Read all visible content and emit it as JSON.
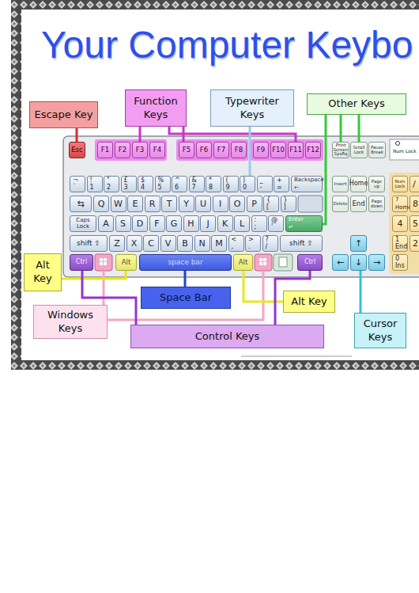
{
  "diagram": {
    "title": "Your Computer Keybo",
    "nodes": [
      {
        "text": [
          "Escape Key"
        ]
      },
      {
        "text": [
          "Function Keys"
        ]
      },
      {
        "text": [
          "Typewriter Keys"
        ]
      },
      {
        "text": [
          "Other Keys"
        ]
      },
      {
        "text": [
          "Alt Key"
        ]
      },
      {
        "text": [
          "Space Bar"
        ]
      },
      {
        "text": [
          "Alt Key"
        ]
      },
      {
        "text": [
          "Windows Keys"
        ]
      },
      {
        "text": [
          "Control Keys"
        ]
      },
      {
        "text": [
          "Cursor Keys"
        ]
      },
      {
        "text": [
          "Esc"
        ]
      },
      {
        "text": [
          "F1"
        ]
      },
      {
        "text": [
          "F2"
        ]
      },
      {
        "text": [
          "F3"
        ]
      },
      {
        "text": [
          "F4"
        ]
      },
      {
        "text": [
          "F5"
        ]
      },
      {
        "text": [
          "F6"
        ]
      },
      {
        "text": [
          "F7"
        ]
      },
      {
        "text": [
          "F8"
        ]
      },
      {
        "text": [
          "F9"
        ]
      },
      {
        "text": [
          "F10"
        ]
      },
      {
        "text": [
          "F11"
        ]
      },
      {
        "text": [
          "F12"
        ]
      },
      {
        "text": [
          "Print Screen SysRq"
        ]
      },
      {
        "text": [
          "Scroll Lock"
        ]
      },
      {
        "text": [
          "Pause Break"
        ]
      },
      {
        "text": [
          "¬",
          "`"
        ]
      },
      {
        "text": [
          "!",
          "1"
        ]
      },
      {
        "text": [
          "\"",
          "2"
        ]
      },
      {
        "text": [
          "£",
          "3"
        ]
      },
      {
        "text": [
          "$",
          "4"
        ]
      },
      {
        "text": [
          "%",
          "5"
        ]
      },
      {
        "text": [
          "^",
          "6"
        ]
      },
      {
        "text": [
          "&",
          "7"
        ]
      },
      {
        "text": [
          "*",
          "8"
        ]
      },
      {
        "text": [
          "(",
          "9"
        ]
      },
      {
        "text": [
          ")",
          "0"
        ]
      },
      {
        "text": [
          "_",
          "-"
        ]
      },
      {
        "text": [
          "+",
          "="
        ]
      },
      {
        "text": [
          "Backspace",
          "←"
        ]
      },
      {
        "text": [
          "Insert"
        ]
      },
      {
        "text": [
          "Home"
        ]
      },
      {
        "text": [
          "Page up"
        ]
      },
      {
        "text": [
          "Num Lock"
        ]
      },
      {
        "text": [
          "/"
        ]
      },
      {
        "text": [
          "⇆"
        ]
      },
      {
        "text": [
          "Q"
        ]
      },
      {
        "text": [
          "W"
        ]
      },
      {
        "text": [
          "E"
        ]
      },
      {
        "text": [
          "R"
        ]
      },
      {
        "text": [
          "T"
        ]
      },
      {
        "text": [
          "Y"
        ]
      },
      {
        "text": [
          "U"
        ]
      },
      {
        "text": [
          "I"
        ]
      },
      {
        "text": [
          "O"
        ]
      },
      {
        "text": [
          "P"
        ]
      },
      {
        "text": [
          "{",
          "["
        ]
      },
      {
        "text": [
          "}",
          "]"
        ]
      },
      {
        "text": [
          "Delete"
        ]
      },
      {
        "text": [
          "End"
        ]
      },
      {
        "text": [
          "Page down"
        ]
      },
      {
        "text": [
          "7",
          "Home"
        ]
      },
      {
        "text": [
          "8"
        ]
      },
      {
        "text": [
          "Caps Lock"
        ]
      },
      {
        "text": [
          "A"
        ]
      },
      {
        "text": [
          "S"
        ]
      },
      {
        "text": [
          "D"
        ]
      },
      {
        "text": [
          "F"
        ]
      },
      {
        "text": [
          "G"
        ]
      },
      {
        "text": [
          "H"
        ]
      },
      {
        "text": [
          "J"
        ]
      },
      {
        "text": [
          "K"
        ]
      },
      {
        "text": [
          "L"
        ]
      },
      {
        "text": [
          ":",
          ";"
        ]
      },
      {
        "text": [
          "@",
          "'"
        ]
      },
      {
        "text": [
          "Enter",
          "↵"
        ]
      },
      {
        "text": [
          "4"
        ]
      },
      {
        "text": [
          "5"
        ]
      },
      {
        "text": [
          "shift ⇧"
        ]
      },
      {
        "text": [
          "Z"
        ]
      },
      {
        "text": [
          "X"
        ]
      },
      {
        "text": [
          "C"
        ]
      },
      {
        "text": [
          "V"
        ]
      },
      {
        "text": [
          "B"
        ]
      },
      {
        "text": [
          "N"
        ]
      },
      {
        "text": [
          "M"
        ]
      },
      {
        "text": [
          "<",
          ","
        ]
      },
      {
        "text": [
          ">",
          "."
        ]
      },
      {
        "text": [
          "?",
          "/"
        ]
      },
      {
        "text": [
          "shift ⇧"
        ]
      },
      {
        "text": [
          "↑"
        ]
      },
      {
        "text": [
          "1",
          "End"
        ]
      },
      {
        "text": [
          "2"
        ]
      },
      {
        "text": [
          "Ctrl"
        ]
      },
      {
        "text": [
          "Alt"
        ]
      },
      {
        "text": [
          "space bar"
        ]
      },
      {
        "text": [
          "Alt"
        ]
      },
      {
        "text": [
          "Ctrl"
        ]
      },
      {
        "text": [
          "←"
        ]
      },
      {
        "text": [
          "↓"
        ]
      },
      {
        "text": [
          "→"
        ]
      },
      {
        "text": [
          "0",
          "Ins"
        ]
      }
    ],
    "edges": [
      {
        "from": 0,
        "to": 10,
        "arrow": "none"
      },
      {
        "from": 1,
        "to": 13,
        "arrow": "none"
      },
      {
        "from": 1,
        "to": 15,
        "arrow": "none"
      },
      {
        "from": 1,
        "to": 21,
        "arrow": "none"
      },
      {
        "from": 2,
        "to": 36,
        "arrow": "none"
      },
      {
        "from": 3,
        "to": 23,
        "arrow": "none"
      },
      {
        "from": 3,
        "to": 24,
        "arrow": "none"
      },
      {
        "from": 3,
        "to": 75,
        "arrow": "none"
      },
      {
        "from": 4,
        "to": 94,
        "arrow": "none"
      },
      {
        "from": 5,
        "to": 95,
        "arrow": "none"
      },
      {
        "from": 6,
        "to": 96,
        "arrow": "none"
      },
      {
        "from": 8,
        "to": 93,
        "arrow": "none"
      },
      {
        "from": 8,
        "to": 97,
        "arrow": "none"
      },
      {
        "from": 9,
        "to": 99,
        "arrow": "none"
      }
    ],
    "labels": [
      "Num Lock"
    ]
  }
}
